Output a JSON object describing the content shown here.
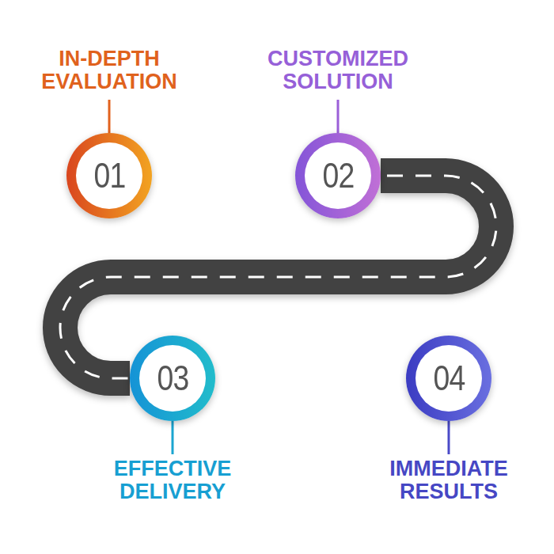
{
  "diagram": {
    "nodes": [
      {
        "text": [
          "01",
          "IN-DEPTH EVALUATION"
        ]
      },
      {
        "text": [
          "02",
          "CUSTOMIZED SOLUTION"
        ]
      },
      {
        "text": [
          "03",
          "EFFECTIVE DELIVERY"
        ]
      },
      {
        "text": [
          "04",
          "IMMEDIATE RESULTS"
        ]
      }
    ],
    "edges": [
      {
        "from": 0,
        "to": 1,
        "arrow": "none"
      },
      {
        "from": 1,
        "to": 2,
        "arrow": "none"
      },
      {
        "from": 2,
        "to": 3,
        "arrow": "none"
      }
    ]
  }
}
